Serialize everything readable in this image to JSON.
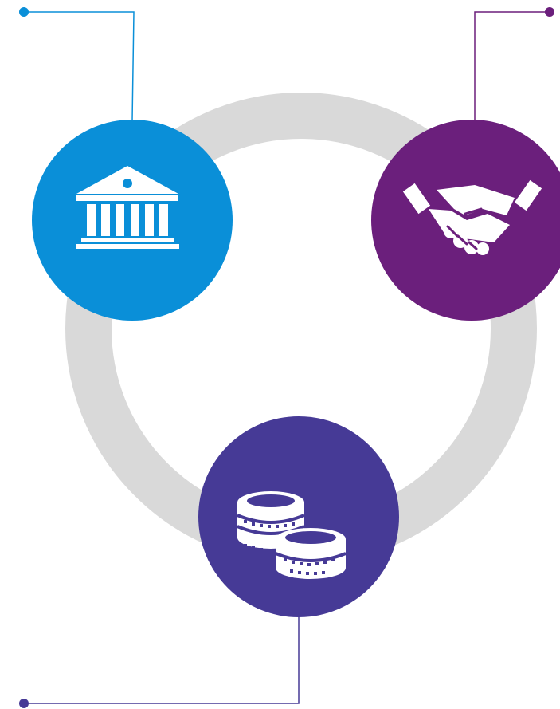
{
  "diagram": {
    "ring_color": "#d9d9d9",
    "nodes": [
      {
        "id": "bank",
        "icon": "bank-building-icon",
        "color": "#0a8fd8"
      },
      {
        "id": "partnership",
        "icon": "handshake-icon",
        "color": "#6b1f7c"
      },
      {
        "id": "money",
        "icon": "coins-stack-icon",
        "color": "#463a96"
      }
    ]
  }
}
